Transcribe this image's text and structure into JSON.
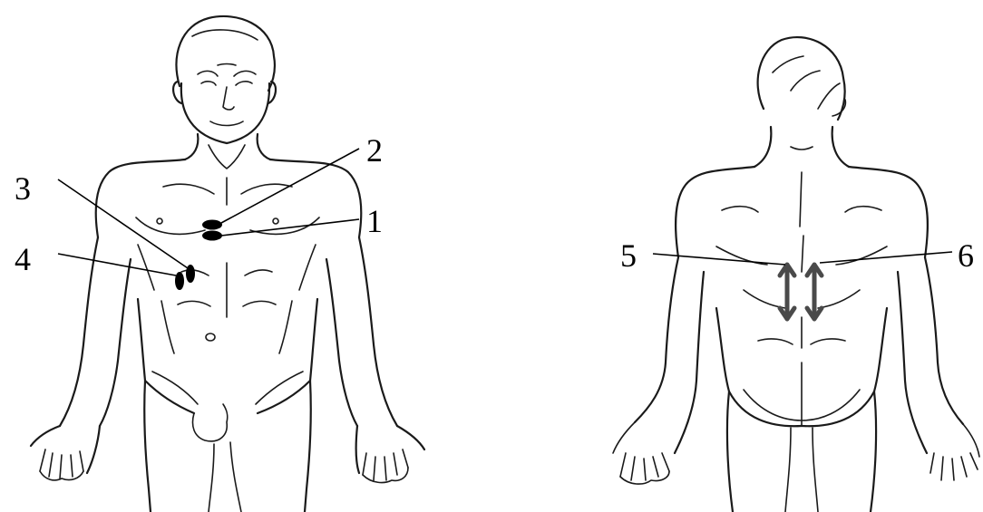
{
  "labels": {
    "l1": "1",
    "l2": "2",
    "l3": "3",
    "l4": "4",
    "l5": "5",
    "l6": "6"
  },
  "colors": {
    "ink": "#1a1a1a",
    "marker": "#000000",
    "arrow": "#4a4a4a",
    "background": "#ffffff"
  }
}
